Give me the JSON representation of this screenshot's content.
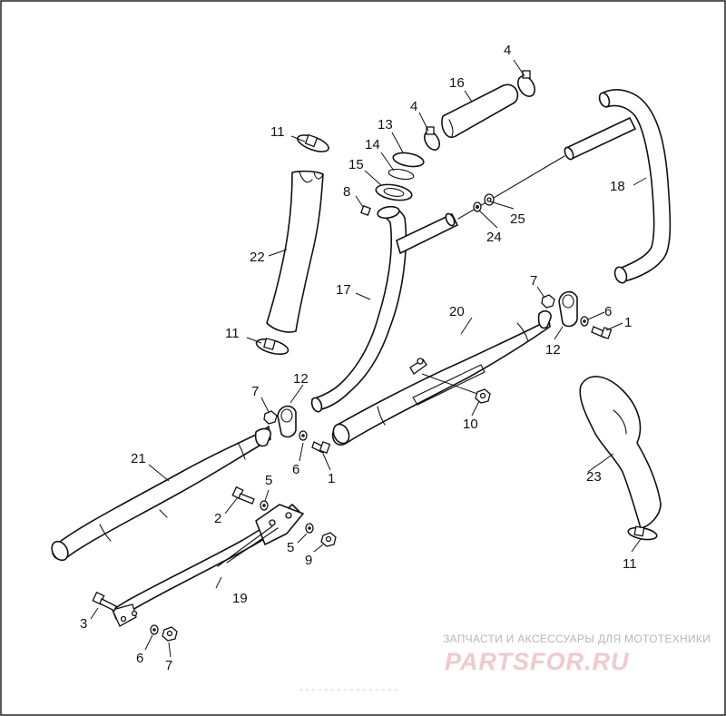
{
  "diagram": {
    "type": "exploded parts diagram",
    "callouts": [
      "1",
      "2",
      "3",
      "4",
      "5",
      "6",
      "7",
      "8",
      "9",
      "10",
      "11",
      "12",
      "13",
      "14",
      "15",
      "16",
      "17",
      "18",
      "19",
      "20",
      "21",
      "22",
      "23",
      "24",
      "25"
    ]
  },
  "watermark": {
    "tagline": "ЗАПЧАСТИ И АКСЕССУАРЫ ДЛЯ МОТОТЕХНИКИ",
    "logo_text": "PARTSFOR.RU",
    "colors": {
      "tagline": "#b7b7b7",
      "logo": "#f1c9cc"
    }
  },
  "colors": {
    "line": "#111111",
    "background": "#ffffff"
  }
}
